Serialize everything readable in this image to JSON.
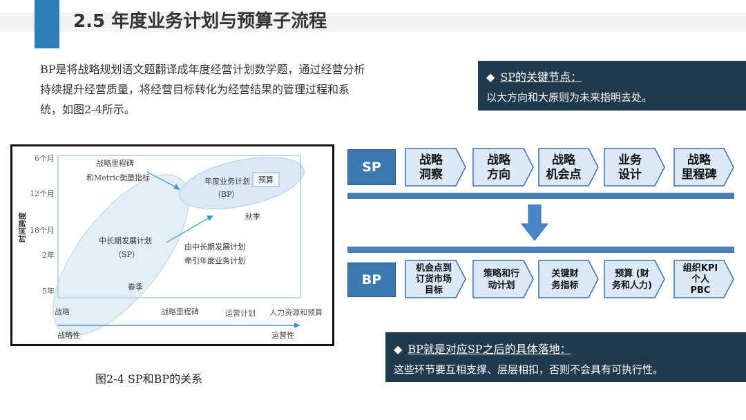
{
  "header": {
    "title": "2.5 年度业务计划与预算子流程"
  },
  "intro": {
    "text": "BP是将战略规划语文题翻译成年度经营计划数学题，通过经营分析持续提升经营质量，将经营目标转化为经营结果的管理过程和系统，如图2-4所示。"
  },
  "note_sp": {
    "title": "SP的关键节点：",
    "body": "以大方向和大原则为未来指明去处。"
  },
  "note_bp": {
    "title": "BP就是对应SP之后的具体落地：",
    "body": "这些环节要互相支撑、层层相扣，否则不会具有可执行性。"
  },
  "figure": {
    "caption": "图2-4   SP和BP的关系",
    "y_axis_title": "时间跨度",
    "y_ticks": [
      "6个月",
      "12个月",
      "18个月",
      "2年",
      "5年"
    ],
    "x_ticks": [
      "战略",
      "战略里程碑",
      "运营计划",
      "人力资源和预算"
    ],
    "arrow_left": "战略性",
    "arrow_right": "运营性",
    "labels": {
      "milestone_1": "战略里程碑",
      "milestone_2": "和Metric衡量指标",
      "bp_1": "年度业务计划",
      "bp_2": "（BP）",
      "budget": "预算",
      "autumn": "秋季",
      "sp_1": "中长期发展计划",
      "sp_2": "（SP）",
      "spring": "春季",
      "lead_1": "由中长期发展计划",
      "lead_2": "牵引年度业务计划"
    }
  },
  "flow": {
    "sp_label": "SP",
    "bp_label": "BP",
    "sp_steps": [
      [
        "战略",
        "洞察"
      ],
      [
        "战略",
        "方向"
      ],
      [
        "战略",
        "机会点"
      ],
      [
        "业务",
        "设计"
      ],
      [
        "战略",
        "里程碑"
      ]
    ],
    "bp_steps": [
      [
        "机会点到",
        "订货市场",
        "目标"
      ],
      [
        "策略和行",
        "动计划"
      ],
      [
        "关键财",
        "务指标"
      ],
      [
        "预算 (财",
        "务和人力)"
      ],
      [
        "组织KPI",
        "个人",
        "PBC"
      ]
    ],
    "colors": {
      "step_fill": "#dbe8f6",
      "step_stroke": "#3c6ea4",
      "label_fill": "#3d77b0",
      "bar": "#4a7fb5",
      "note_bg": "#213a4e"
    }
  }
}
